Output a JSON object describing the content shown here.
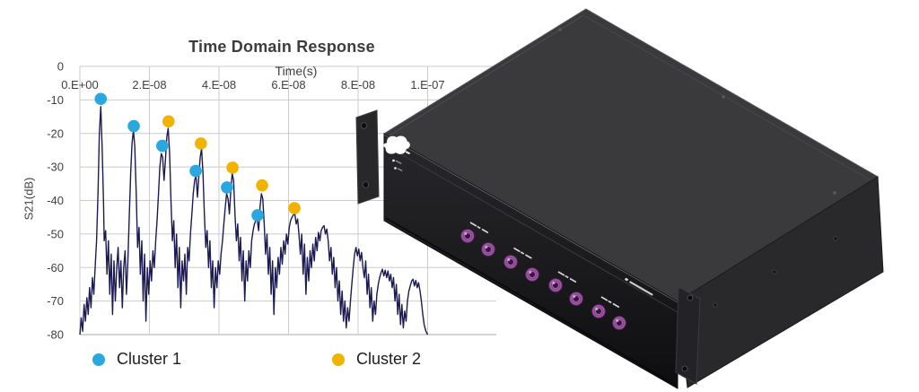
{
  "chart_data": {
    "type": "line",
    "title": "Time Domain Response",
    "xlabel": "Time(s)",
    "ylabel": "S21(dB)",
    "x_unit": "1e-8 s",
    "xlim_e8": [
      0,
      12
    ],
    "ylim": [
      -80,
      0
    ],
    "grid": true,
    "x_ticks": [
      {
        "label": "0.E+00",
        "t": 0
      },
      {
        "label": "2.E-08",
        "t": 2
      },
      {
        "label": "4.E-08",
        "t": 4
      },
      {
        "label": "6.E-08",
        "t": 6
      },
      {
        "label": "8.E-08",
        "t": 8
      },
      {
        "label": "1.E-07",
        "t": 10
      }
    ],
    "y_ticks": [
      {
        "label": "0",
        "db": 0
      },
      {
        "label": "-10",
        "db": -10
      },
      {
        "label": "-20",
        "db": -20
      },
      {
        "label": "-30",
        "db": -30
      },
      {
        "label": "-40",
        "db": -40
      },
      {
        "label": "-50",
        "db": -50
      },
      {
        "label": "-60",
        "db": -60
      },
      {
        "label": "-70",
        "db": -70
      },
      {
        "label": "-80",
        "db": -80
      }
    ],
    "legend": [
      {
        "label": "Cluster 1",
        "color": "#2AA7DF"
      },
      {
        "label": "Cluster 2",
        "color": "#F2B200"
      }
    ],
    "legend_position": "bottom",
    "series": [
      {
        "name": "S21 trace",
        "type": "line",
        "color": "#1B1B52",
        "points": [
          [
            0,
            -80
          ],
          [
            0.04,
            -75
          ],
          [
            0.08,
            -79
          ],
          [
            0.12,
            -71
          ],
          [
            0.16,
            -76
          ],
          [
            0.2,
            -69
          ],
          [
            0.24,
            -74
          ],
          [
            0.28,
            -66
          ],
          [
            0.32,
            -72
          ],
          [
            0.36,
            -63
          ],
          [
            0.4,
            -68
          ],
          [
            0.44,
            -60
          ],
          [
            0.48,
            -52
          ],
          [
            0.52,
            -38
          ],
          [
            0.56,
            -20
          ],
          [
            0.6,
            -12
          ],
          [
            0.64,
            -24
          ],
          [
            0.68,
            -40
          ],
          [
            0.7,
            -52
          ],
          [
            0.74,
            -49
          ],
          [
            0.78,
            -62
          ],
          [
            0.82,
            -52
          ],
          [
            0.86,
            -68
          ],
          [
            0.9,
            -56
          ],
          [
            0.94,
            -74
          ],
          [
            0.98,
            -58
          ],
          [
            1.02,
            -70
          ],
          [
            1.06,
            -60
          ],
          [
            1.1,
            -54
          ],
          [
            1.14,
            -66
          ],
          [
            1.18,
            -58
          ],
          [
            1.22,
            -72
          ],
          [
            1.26,
            -60
          ],
          [
            1.3,
            -55
          ],
          [
            1.34,
            -68
          ],
          [
            1.38,
            -58
          ],
          [
            1.42,
            -45
          ],
          [
            1.46,
            -32
          ],
          [
            1.5,
            -23
          ],
          [
            1.54,
            -19
          ],
          [
            1.58,
            -24
          ],
          [
            1.62,
            -38
          ],
          [
            1.66,
            -54
          ],
          [
            1.7,
            -48
          ],
          [
            1.74,
            -62
          ],
          [
            1.78,
            -52
          ],
          [
            1.82,
            -70
          ],
          [
            1.86,
            -56
          ],
          [
            1.9,
            -76
          ],
          [
            1.94,
            -60
          ],
          [
            1.98,
            -68
          ],
          [
            2.02,
            -58
          ],
          [
            2.06,
            -64
          ],
          [
            2.1,
            -55
          ],
          [
            2.14,
            -60
          ],
          [
            2.18,
            -52
          ],
          [
            2.22,
            -46
          ],
          [
            2.26,
            -38
          ],
          [
            2.3,
            -30
          ],
          [
            2.34,
            -26
          ],
          [
            2.38,
            -27
          ],
          [
            2.42,
            -34
          ],
          [
            2.46,
            -28
          ],
          [
            2.5,
            -21
          ],
          [
            2.54,
            -18.5
          ],
          [
            2.58,
            -26
          ],
          [
            2.62,
            -40
          ],
          [
            2.66,
            -52
          ],
          [
            2.7,
            -46
          ],
          [
            2.74,
            -60
          ],
          [
            2.78,
            -50
          ],
          [
            2.82,
            -66
          ],
          [
            2.86,
            -54
          ],
          [
            2.9,
            -72
          ],
          [
            2.94,
            -58
          ],
          [
            2.98,
            -64
          ],
          [
            3.02,
            -56
          ],
          [
            3.06,
            -68
          ],
          [
            3.1,
            -54
          ],
          [
            3.14,
            -58
          ],
          [
            3.18,
            -50
          ],
          [
            3.22,
            -44
          ],
          [
            3.26,
            -38
          ],
          [
            3.3,
            -34
          ],
          [
            3.34,
            -32.5
          ],
          [
            3.38,
            -39
          ],
          [
            3.42,
            -33
          ],
          [
            3.46,
            -27
          ],
          [
            3.5,
            -24.5
          ],
          [
            3.54,
            -32
          ],
          [
            3.58,
            -44
          ],
          [
            3.62,
            -54
          ],
          [
            3.66,
            -49
          ],
          [
            3.7,
            -60
          ],
          [
            3.74,
            -52
          ],
          [
            3.78,
            -66
          ],
          [
            3.82,
            -58
          ],
          [
            3.86,
            -72
          ],
          [
            3.9,
            -60
          ],
          [
            3.94,
            -66
          ],
          [
            3.98,
            -58
          ],
          [
            4.02,
            -62
          ],
          [
            4.06,
            -56
          ],
          [
            4.1,
            -52
          ],
          [
            4.14,
            -47
          ],
          [
            4.18,
            -42
          ],
          [
            4.22,
            -38
          ],
          [
            4.26,
            -39.5
          ],
          [
            4.3,
            -44
          ],
          [
            4.34,
            -37
          ],
          [
            4.38,
            -32
          ],
          [
            4.42,
            -34
          ],
          [
            4.46,
            -44
          ],
          [
            4.5,
            -52
          ],
          [
            4.54,
            -47
          ],
          [
            4.58,
            -58
          ],
          [
            4.62,
            -51
          ],
          [
            4.66,
            -64
          ],
          [
            4.7,
            -55
          ],
          [
            4.74,
            -70
          ],
          [
            4.78,
            -58
          ],
          [
            4.82,
            -64
          ],
          [
            4.86,
            -55
          ],
          [
            4.9,
            -60
          ],
          [
            4.94,
            -52
          ],
          [
            4.98,
            -49
          ],
          [
            5.02,
            -47
          ],
          [
            5.06,
            -46
          ],
          [
            5.1,
            -45.8
          ],
          [
            5.14,
            -49
          ],
          [
            5.18,
            -42
          ],
          [
            5.22,
            -38
          ],
          [
            5.26,
            -39.5
          ],
          [
            5.3,
            -47
          ],
          [
            5.34,
            -56
          ],
          [
            5.38,
            -50
          ],
          [
            5.42,
            -62
          ],
          [
            5.46,
            -54
          ],
          [
            5.5,
            -68
          ],
          [
            5.54,
            -58
          ],
          [
            5.58,
            -74
          ],
          [
            5.62,
            -60
          ],
          [
            5.66,
            -66
          ],
          [
            5.7,
            -57
          ],
          [
            5.74,
            -62
          ],
          [
            5.78,
            -54
          ],
          [
            5.82,
            -59
          ],
          [
            5.86,
            -52
          ],
          [
            5.9,
            -56
          ],
          [
            5.94,
            -50
          ],
          [
            5.98,
            -53
          ],
          [
            6.02,
            -48
          ],
          [
            6.06,
            -46
          ],
          [
            6.1,
            -45
          ],
          [
            6.14,
            -44.3
          ],
          [
            6.18,
            -44
          ],
          [
            6.22,
            -47
          ],
          [
            6.26,
            -45.5
          ],
          [
            6.3,
            -50
          ],
          [
            6.34,
            -56
          ],
          [
            6.38,
            -50
          ],
          [
            6.42,
            -62
          ],
          [
            6.46,
            -53
          ],
          [
            6.5,
            -68
          ],
          [
            6.54,
            -57
          ],
          [
            6.58,
            -64
          ],
          [
            6.62,
            -55
          ],
          [
            6.66,
            -60
          ],
          [
            6.7,
            -53
          ],
          [
            6.74,
            -58
          ],
          [
            6.78,
            -51
          ],
          [
            6.82,
            -55
          ],
          [
            6.86,
            -49.5
          ],
          [
            6.9,
            -52
          ],
          [
            6.94,
            -49
          ],
          [
            6.98,
            -48
          ],
          [
            7.02,
            -47.5
          ],
          [
            7.06,
            -50
          ],
          [
            7.1,
            -48.5
          ],
          [
            7.14,
            -52
          ],
          [
            7.18,
            -58
          ],
          [
            7.22,
            -54
          ],
          [
            7.26,
            -62
          ],
          [
            7.3,
            -57
          ],
          [
            7.34,
            -66
          ],
          [
            7.38,
            -60
          ],
          [
            7.42,
            -70
          ],
          [
            7.46,
            -64
          ],
          [
            7.5,
            -74
          ],
          [
            7.54,
            -67
          ],
          [
            7.58,
            -76
          ],
          [
            7.62,
            -70
          ],
          [
            7.66,
            -78
          ],
          [
            7.7,
            -72
          ],
          [
            7.74,
            -76
          ],
          [
            7.78,
            -70
          ],
          [
            7.82,
            -65
          ],
          [
            7.86,
            -60
          ],
          [
            7.9,
            -56
          ],
          [
            7.94,
            -54
          ],
          [
            7.98,
            -56.5
          ],
          [
            8.02,
            -54.5
          ],
          [
            8.06,
            -58
          ],
          [
            8.1,
            -55.5
          ],
          [
            8.14,
            -60
          ],
          [
            8.18,
            -63
          ],
          [
            8.22,
            -58
          ],
          [
            8.26,
            -68
          ],
          [
            8.3,
            -62
          ],
          [
            8.34,
            -72
          ],
          [
            8.38,
            -66
          ],
          [
            8.42,
            -76
          ],
          [
            8.46,
            -70
          ],
          [
            8.5,
            -74
          ],
          [
            8.54,
            -68
          ],
          [
            8.58,
            -65
          ],
          [
            8.62,
            -63
          ],
          [
            8.66,
            -61.5
          ],
          [
            8.7,
            -60.5
          ],
          [
            8.74,
            -62.5
          ],
          [
            8.78,
            -60.8
          ],
          [
            8.82,
            -63
          ],
          [
            8.86,
            -61
          ],
          [
            8.9,
            -64
          ],
          [
            8.94,
            -62
          ],
          [
            8.98,
            -66
          ],
          [
            9.02,
            -63
          ],
          [
            9.06,
            -70
          ],
          [
            9.1,
            -65
          ],
          [
            9.14,
            -74
          ],
          [
            9.18,
            -68
          ],
          [
            9.22,
            -77
          ],
          [
            9.26,
            -71
          ],
          [
            9.3,
            -78
          ],
          [
            9.34,
            -73
          ],
          [
            9.38,
            -76
          ],
          [
            9.42,
            -70
          ],
          [
            9.46,
            -67
          ],
          [
            9.5,
            -65.5
          ],
          [
            9.54,
            -64
          ],
          [
            9.58,
            -63.5
          ],
          [
            9.62,
            -65.5
          ],
          [
            9.66,
            -63.8
          ],
          [
            9.7,
            -66
          ],
          [
            9.74,
            -64.5
          ],
          [
            9.78,
            -67
          ],
          [
            9.82,
            -70
          ],
          [
            9.86,
            -74
          ],
          [
            9.9,
            -77
          ],
          [
            9.95,
            -79
          ],
          [
            10,
            -80
          ]
        ]
      },
      {
        "name": "Cluster 1",
        "type": "scatter",
        "color": "#2AA7DF",
        "points": [
          [
            0.6,
            -9.7
          ],
          [
            1.55,
            -17.8
          ],
          [
            2.37,
            -23.7
          ],
          [
            3.33,
            -31.2
          ],
          [
            4.23,
            -36.1
          ],
          [
            5.11,
            -44.4
          ]
        ]
      },
      {
        "name": "Cluster 2",
        "type": "scatter",
        "color": "#F2B200",
        "points": [
          [
            2.55,
            -16.4
          ],
          [
            3.48,
            -23
          ],
          [
            4.39,
            -30.2
          ],
          [
            5.24,
            -35.5
          ],
          [
            6.17,
            -42.3
          ]
        ]
      }
    ]
  },
  "device": {
    "connector_count": 8,
    "connector_pairs": 4,
    "mounting_ears": 2,
    "colors": {
      "top": "#3A3A3D",
      "front": "#1B1B1E",
      "side": "#29292C",
      "ear": "#26262A",
      "connector": "#A85CB0",
      "logo": "#FFFFFF"
    }
  }
}
